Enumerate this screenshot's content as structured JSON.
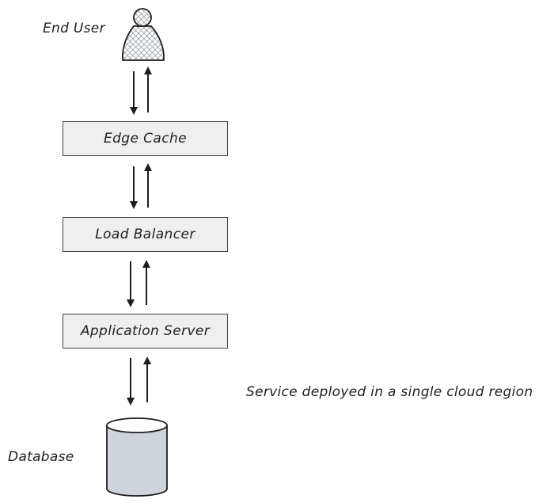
{
  "labels": {
    "end_user": "End User",
    "database": "Database",
    "note": "Service deployed in a single cloud region"
  },
  "nodes": [
    {
      "id": "edge-cache",
      "label": "Edge Cache"
    },
    {
      "id": "load-balancer",
      "label": "Load Balancer"
    },
    {
      "id": "application-server",
      "label": "Application Server"
    }
  ],
  "colors": {
    "stroke": "#1e1e1e",
    "box_fill": "#efefef",
    "database_fill": "#ced4da",
    "user_hatch": "#9aa0a6"
  },
  "icons": {
    "user": "user-icon",
    "database": "database-icon"
  }
}
